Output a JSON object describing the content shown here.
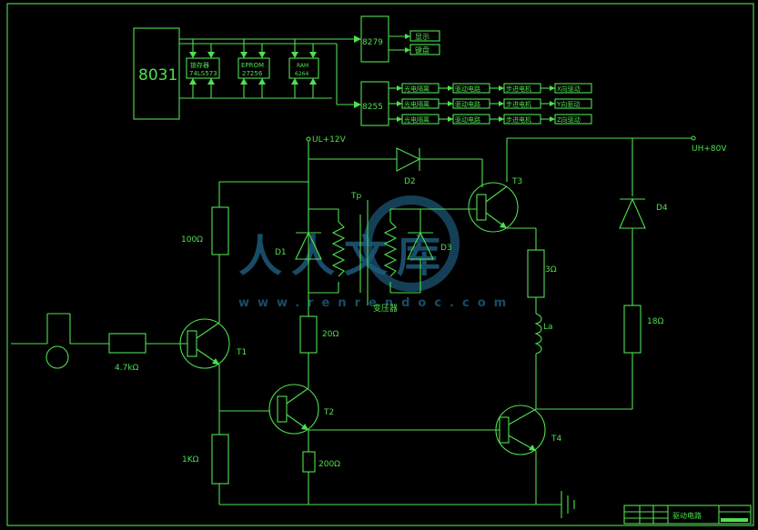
{
  "mcu": {
    "label": "8031"
  },
  "chips": {
    "latch": {
      "line1": "锁存器",
      "line2": "74LS573"
    },
    "eprom": {
      "line1": "EPROM",
      "line2": "27256"
    },
    "ram": {
      "line1": "RAM",
      "line2": "6264"
    },
    "kbd": {
      "label": "8279"
    },
    "pio": {
      "label": "8255"
    }
  },
  "peripherals": {
    "display": "显示",
    "keyboard": "键盘"
  },
  "drive_rows": [
    [
      "光电隔离",
      "驱动电路",
      "步进电机",
      "X向驱动"
    ],
    [
      "光电隔离",
      "驱动电路",
      "步进电机",
      "Y向驱动"
    ],
    [
      "光电隔离",
      "驱动电路",
      "步进电机",
      "Z向驱动"
    ]
  ],
  "supply": {
    "low": "UL+12V",
    "high": "UH+80V"
  },
  "parts": {
    "r_100": "100Ω",
    "r_4k7": "4.7kΩ",
    "r_1k": "1KΩ",
    "r_20": "20Ω",
    "r_200": "200Ω",
    "r_3": "3Ω",
    "r_18": "18Ω",
    "d1": "D1",
    "d2": "D2",
    "d3": "D3",
    "d4": "D4",
    "t1": "T1",
    "t2": "T2",
    "t3": "T3",
    "t4": "T4",
    "tp": "Tp",
    "transformer": "变压器",
    "la": "La"
  },
  "title_block": {
    "title": "驱动电路"
  },
  "watermark": {
    "brand": "人人文库",
    "url": "www.renrendoc.com"
  }
}
